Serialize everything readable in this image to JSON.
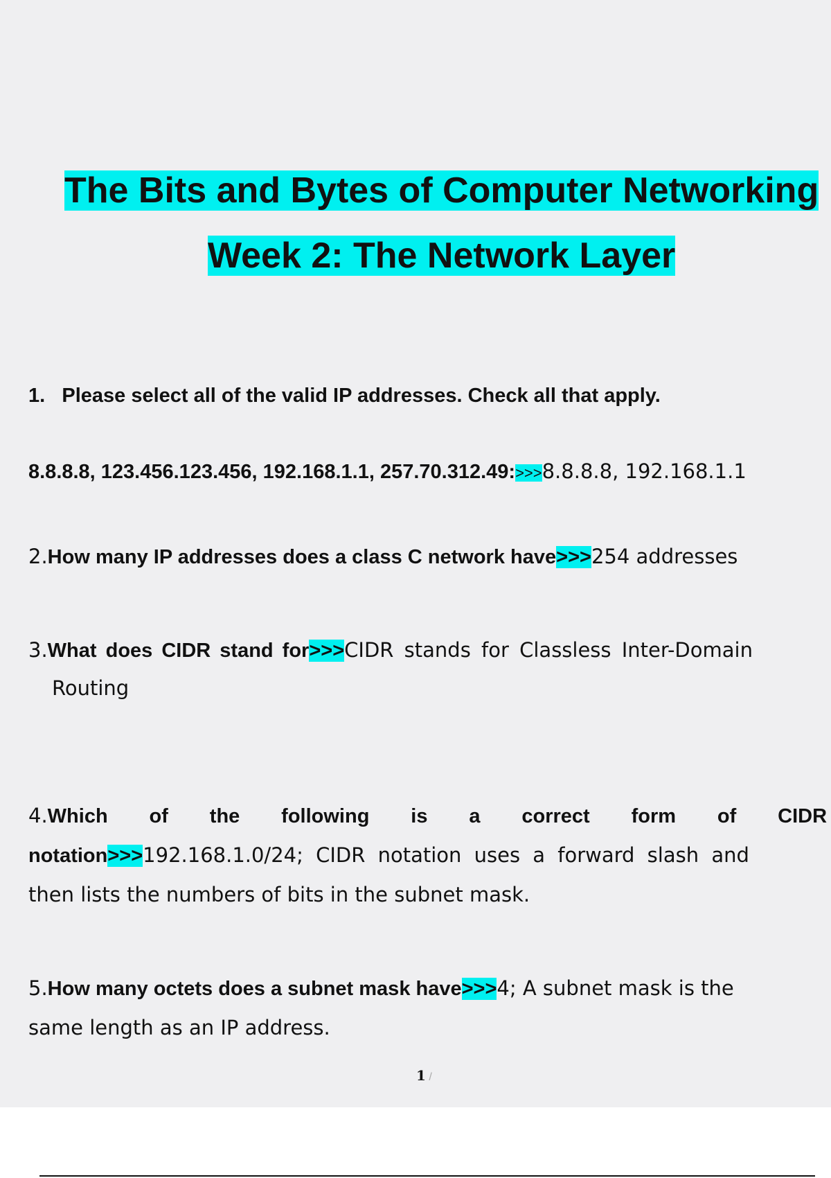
{
  "title": {
    "line1": "The Bits and Bytes of Computer Networking",
    "line2": "Week 2: The Network Layer"
  },
  "marker": ">>>",
  "questions": [
    {
      "number": "1.",
      "question": "Please select all of the valid IP addresses. Check all that apply.",
      "options": "8.8.8.8, 123.456.123.456, 192.168.1.1, 257.70.312.49:",
      "answer": "8.8.8.8, 192.168.1.1"
    },
    {
      "number": "2.",
      "question": "How many IP addresses does a class C network have",
      "answer": "254 addresses"
    },
    {
      "number": "3.",
      "question": "What does CIDR stand for",
      "answer": "CIDR stands for Classless Inter-Domain",
      "answer_cont": "Routing"
    },
    {
      "number": "4.",
      "question_words": [
        "Which",
        "of",
        "the",
        "following",
        "is",
        "a",
        "correct",
        "form",
        "of",
        "CIDR"
      ],
      "question_cont": "notation",
      "answer": "192.168.1.0/24; CIDR notation uses a forward slash and",
      "answer_cont": "then lists the numbers of bits in the subnet mask."
    },
    {
      "number": "5.",
      "question": "How many octets does a subnet mask have",
      "answer": "4; A subnet mask is the",
      "answer_cont": "same length as an IP address."
    }
  ],
  "page_number": "1",
  "page_sep": "/"
}
